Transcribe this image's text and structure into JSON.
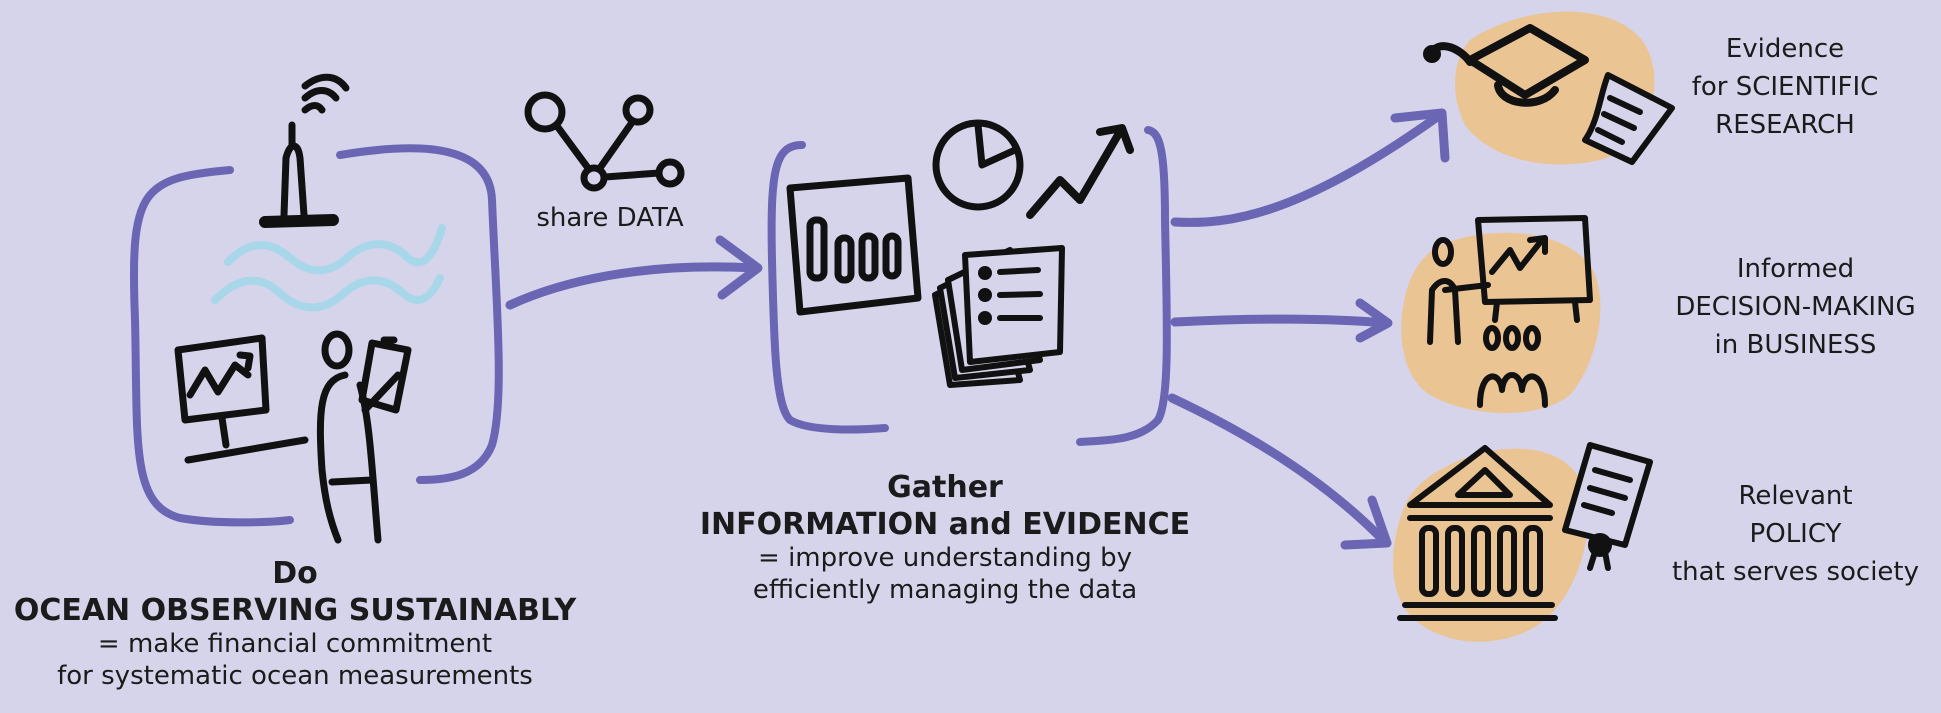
{
  "colors": {
    "background": "#d6d4eb",
    "accent_purple": "#6a66b4",
    "wave_blue": "#a8d7ea",
    "blob_orange": "#ebc494",
    "ink": "#111111"
  },
  "share": {
    "label": "share DATA"
  },
  "stage1": {
    "heading": "Do",
    "title": "OCEAN OBSERVING SUSTAINABLY",
    "line1": "= make financial commitment",
    "line2": "for systematic ocean measurements"
  },
  "stage2": {
    "heading": "Gather",
    "title": "INFORMATION and EVIDENCE",
    "line1": "= improve understanding by",
    "line2": "efficiently managing the data"
  },
  "outcomes": {
    "research": [
      "Evidence",
      "for SCIENTIFIC",
      "RESEARCH"
    ],
    "business": [
      "Informed",
      "DECISION-MAKING",
      "in BUSINESS"
    ],
    "policy": [
      "Relevant",
      "POLICY",
      "that serves society"
    ]
  },
  "icons": {
    "stage1": [
      "buoy-icon",
      "waves-icon",
      "monitor-chart-icon",
      "person-clipboard-icon"
    ],
    "share": "network-share-icon",
    "stage2": [
      "bar-panel-icon",
      "pie-chart-icon",
      "trend-arrow-icon",
      "document-stack-icon"
    ],
    "research": [
      "graduation-cap-icon",
      "document-icon"
    ],
    "business": [
      "presenter-icon",
      "audience-icon"
    ],
    "policy": [
      "government-building-icon",
      "certificate-icon"
    ]
  }
}
